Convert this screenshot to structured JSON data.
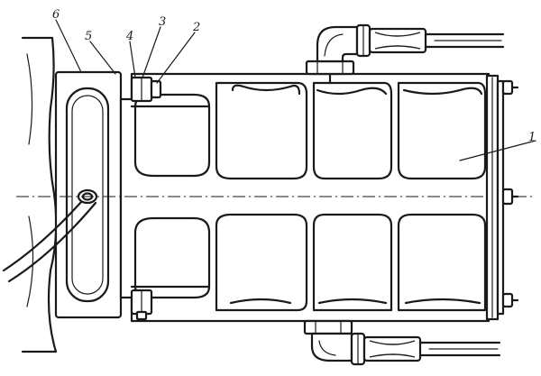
{
  "callouts": {
    "part_1": "1",
    "part_2": "2",
    "part_3": "3",
    "part_4": "4",
    "part_5": "5",
    "part_6": "6"
  },
  "colors": {
    "ink": "#1a1a1a",
    "paper": "#ffffff"
  }
}
